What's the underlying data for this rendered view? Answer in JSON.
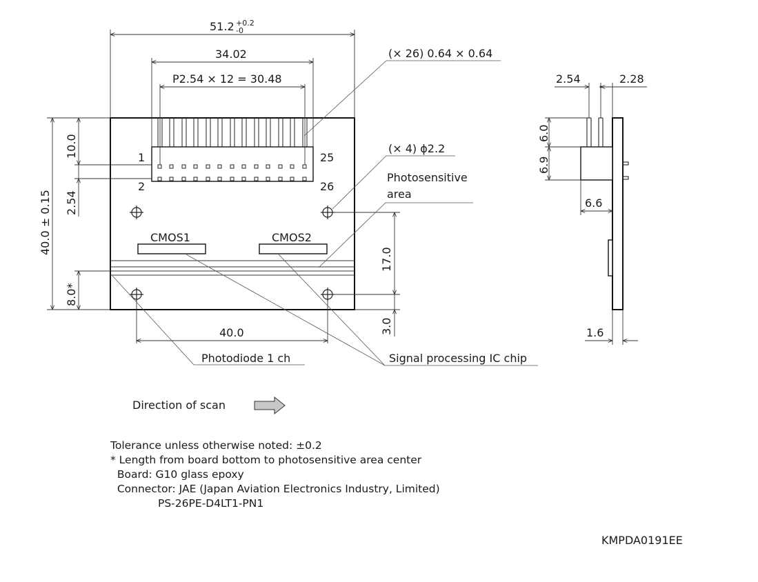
{
  "dimensions": {
    "overall_width": "51.2",
    "overall_width_tol_upper": "+0.2",
    "overall_width_tol_lower": "-0",
    "connector_width": "34.02",
    "pin_pitch": "P2.54 × 12 = 30.48",
    "pin_size": "(× 26) 0.64 × 0.64",
    "hole_dia": "(× 4) ϕ2.2",
    "height_overall": "40.0 ± 0.15",
    "connector_height": "10.0",
    "row_pitch": "2.54",
    "photosensitive_offset": "8.0*",
    "hole_to_area": "17.0",
    "hole_to_bottom": "3.0",
    "hole_spacing": "40.0",
    "side_pin_spacing": "2.54",
    "side_pin_to_board": "2.28",
    "side_pin_length": "6.0",
    "side_connector_height": "6.9",
    "side_connector_depth": "6.6",
    "board_thickness": "1.6"
  },
  "labels": {
    "pin1": "1",
    "pin2": "2",
    "pin25": "25",
    "pin26": "26",
    "cmos1": "CMOS1",
    "cmos2": "CMOS2",
    "photosensitive_line1": "Photosensitive",
    "photosensitive_line2": "area",
    "photodiode": "Photodiode 1 ch",
    "signal_ic": "Signal processing IC chip",
    "scan_direction": "Direction of scan"
  },
  "notes": {
    "tolerance": "Tolerance unless otherwise noted: ±0.2",
    "asterisk": "* Length from board bottom to photosensitive area center",
    "board": "  Board: G10 glass epoxy",
    "connector": "  Connector: JAE (Japan Aviation Electronics Industry, Limited)",
    "connector_part": "              PS-26PE-D4LT1-PN1"
  },
  "drawing_code": "KMPDA0191EE"
}
